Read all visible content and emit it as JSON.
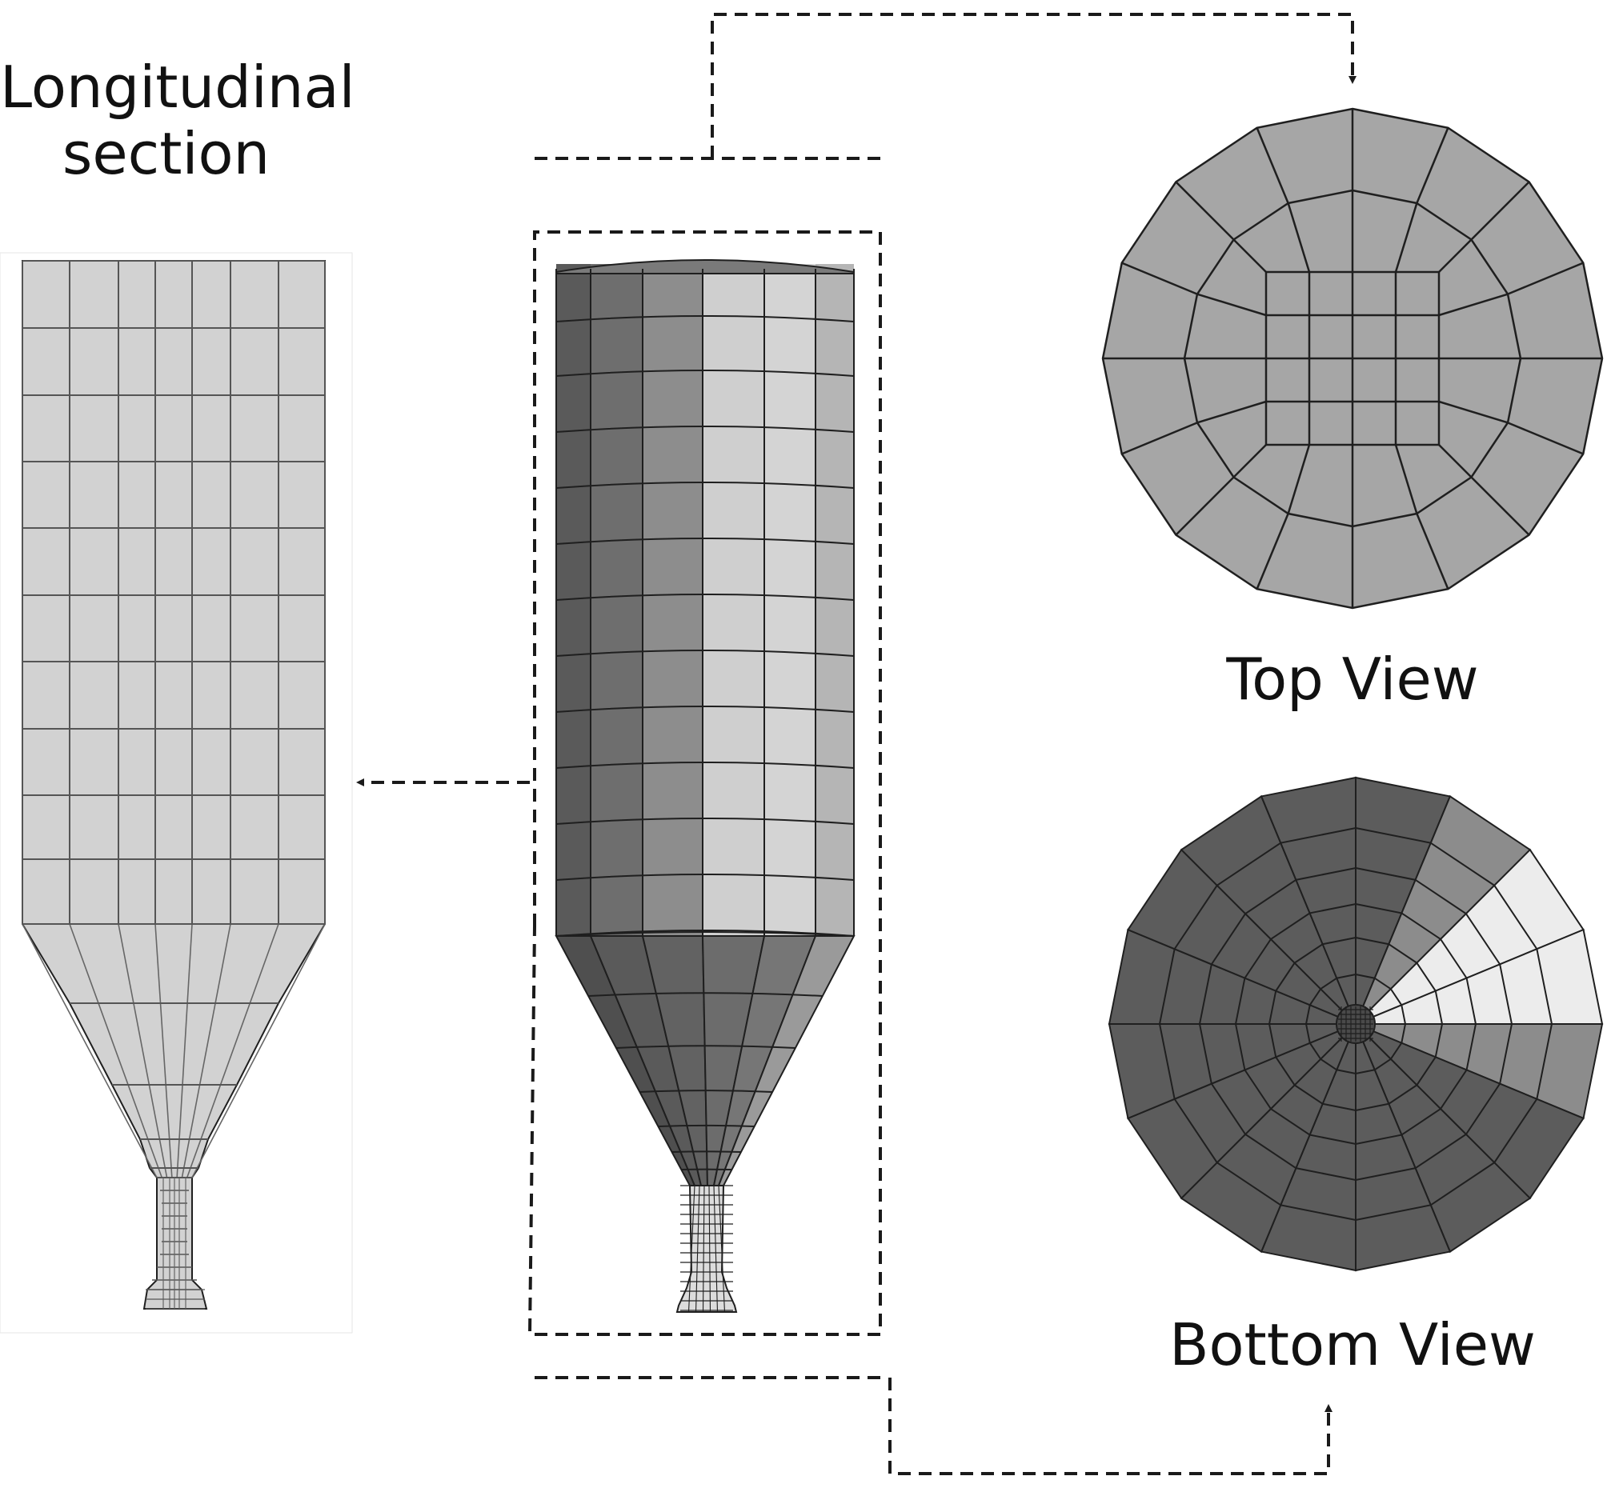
{
  "labels": {
    "longitudinal": [
      "Longitudinal",
      "section"
    ],
    "top_view": "Top View",
    "bottom_view": "Bottom View"
  },
  "colors": {
    "background": "#ffffff",
    "mesh_line": "#1f1f1f",
    "section_fill": "#d2d2d2",
    "top_view_fill": "#a6a6a6",
    "cylinder_shades": [
      "#5a5a5a",
      "#6e6e6e",
      "#8d8d8d",
      "#cfcfcf",
      "#d4d4d4",
      "#b5b5b5"
    ],
    "bottom_dark": "#5c5c5c",
    "bottom_mid": "#8c8c8c",
    "bottom_light": "#ececec",
    "arrow": "#1a1a1a"
  },
  "panels": [
    {
      "name": "longitudinal-section",
      "label_key": "longitudinal"
    },
    {
      "name": "3d-silo-model"
    },
    {
      "name": "top-view",
      "label_key": "top_view"
    },
    {
      "name": "bottom-view",
      "label_key": "bottom_view"
    }
  ]
}
